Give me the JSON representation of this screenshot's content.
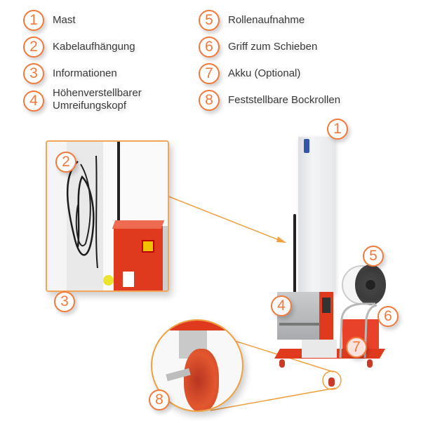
{
  "legend": {
    "items": [
      {
        "number": "1",
        "label": "Mast"
      },
      {
        "number": "2",
        "label": "Kabelaufhängung"
      },
      {
        "number": "3",
        "label": "Informationen"
      },
      {
        "number": "4",
        "label_line1": "Höhenverstellbarer",
        "label_line2": "Umreifungskopf"
      },
      {
        "number": "5",
        "label": "Rollenaufnahme"
      },
      {
        "number": "6",
        "label": "Griff zum Schieben"
      },
      {
        "number": "7",
        "label": "Akku (Optional)"
      },
      {
        "number": "8",
        "label": "Feststellbare Bockrollen"
      }
    ]
  },
  "callouts": {
    "mast": "1",
    "cable_hanger": "2",
    "info": "3",
    "head": "4",
    "reel": "5",
    "handle": "6",
    "battery": "7",
    "casters": "8"
  },
  "colors": {
    "accent": "#f07a3c",
    "machine_red": "#e03a1e",
    "mast_gray": "#e6e8ea",
    "leader_line": "#f0a040"
  }
}
